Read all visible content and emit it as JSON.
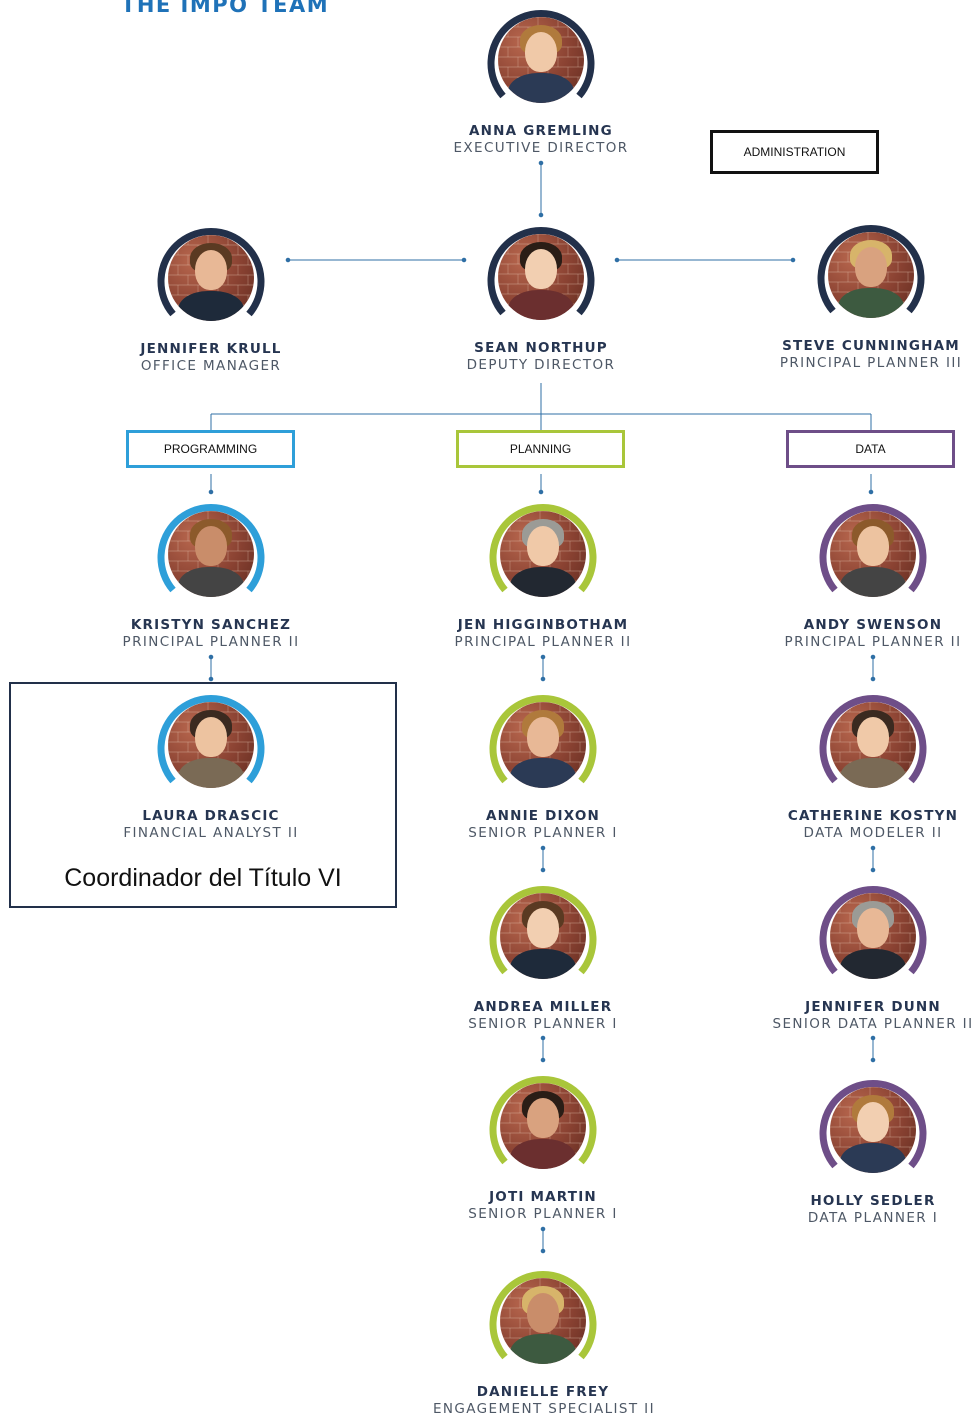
{
  "title": "THE IMPO TEAM",
  "colors": {
    "navy": "#22304a",
    "programming": "#2e9fd9",
    "planning": "#a9c63a",
    "data": "#6e4e88",
    "connector": "#2f6fa5"
  },
  "departments": {
    "administration": "ADMINISTRATION",
    "programming": "PROGRAMMING",
    "planning": "PLANNING",
    "data": "DATA"
  },
  "title_vi_label": "Coordinador del Título VI",
  "people": {
    "anna": {
      "name": "ANNA GREMLING",
      "title": "EXECUTIVE DIRECTOR",
      "ring": "navy"
    },
    "jennifer_krull": {
      "name": "JENNIFER KRULL",
      "title": "OFFICE MANAGER",
      "ring": "navy"
    },
    "sean": {
      "name": "SEAN NORTHUP",
      "title": "DEPUTY DIRECTOR",
      "ring": "navy"
    },
    "steve": {
      "name": "STEVE CUNNINGHAM",
      "title": "PRINCIPAL PLANNER III",
      "ring": "navy"
    },
    "kristyn": {
      "name": "KRISTYN SANCHEZ",
      "title": "PRINCIPAL PLANNER II",
      "ring": "programming"
    },
    "laura": {
      "name": "LAURA DRASCIC",
      "title": "FINANCIAL ANALYST II",
      "ring": "programming"
    },
    "jen_h": {
      "name": "JEN HIGGINBOTHAM",
      "title": "PRINCIPAL PLANNER II",
      "ring": "planning"
    },
    "annie": {
      "name": "ANNIE DIXON",
      "title": "SENIOR PLANNER I",
      "ring": "planning"
    },
    "andrea": {
      "name": "ANDREA MILLER",
      "title": "SENIOR PLANNER I",
      "ring": "planning"
    },
    "joti": {
      "name": "JOTI MARTIN",
      "title": "SENIOR PLANNER I",
      "ring": "planning"
    },
    "danielle": {
      "name": "DANIELLE FREY",
      "title": "ENGAGEMENT SPECIALIST II",
      "ring": "planning"
    },
    "andy": {
      "name": "ANDY SWENSON",
      "title": "PRINCIPAL PLANNER II",
      "ring": "data"
    },
    "catherine": {
      "name": "CATHERINE KOSTYN",
      "title": "DATA MODELER II",
      "ring": "data"
    },
    "jennifer_dunn": {
      "name": "JENNIFER DUNN",
      "title": "SENIOR DATA PLANNER II",
      "ring": "data"
    },
    "holly": {
      "name": "HOLLY SEDLER",
      "title": "DATA PLANNER I",
      "ring": "data"
    }
  }
}
